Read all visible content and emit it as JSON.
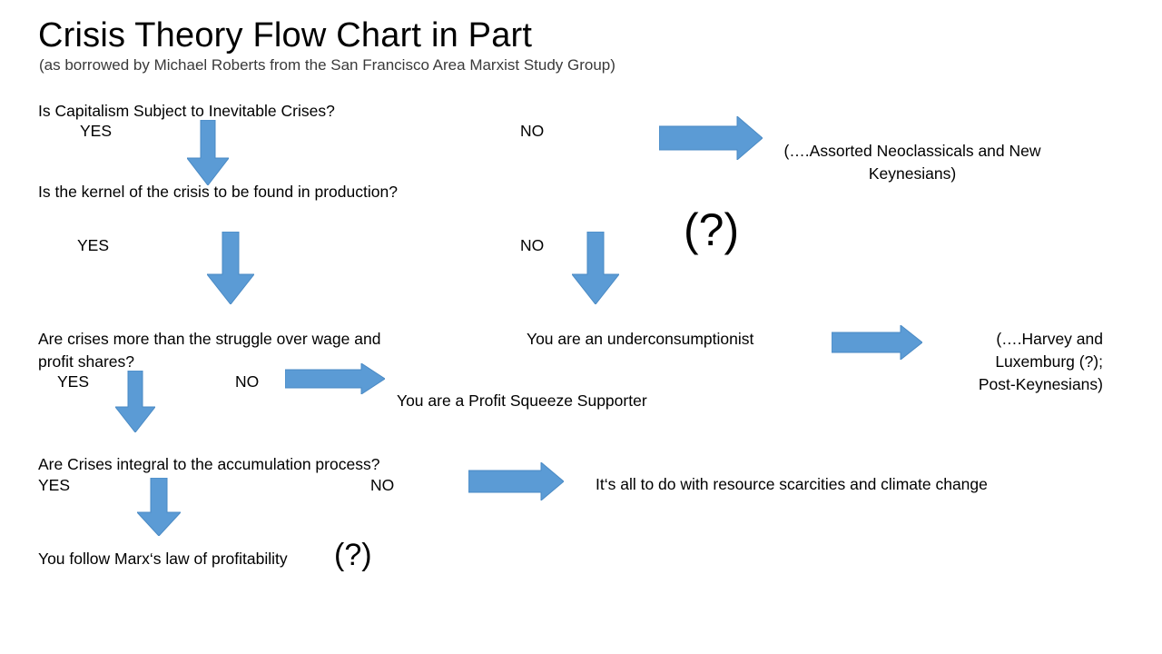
{
  "slide": {
    "title": "Crisis Theory Flow Chart in Part",
    "subtitle": "(as borrowed by Michael Roberts from the San Francisco Area Marxist Study Group)",
    "background_color": "#FFFFFF",
    "accent_color": "#5B9BD5",
    "accent_stroke_color": "#4A8AC4",
    "text_color": "#000000"
  },
  "flow": {
    "questions": [
      {
        "id": "q1",
        "text": "Is Capitalism Subject to Inevitable Crises?",
        "yes_label": "YES",
        "no_label": "NO"
      },
      {
        "id": "q2",
        "text": "Is the kernel of the crisis to be found in production?",
        "yes_label": "YES",
        "no_label": "NO"
      },
      {
        "id": "q3",
        "text": "Are crises more than the struggle over wage and\nprofit shares?",
        "yes_label": "YES",
        "no_label": "NO"
      },
      {
        "id": "q4",
        "text": "Are Crises integral to the accumulation process?",
        "yes_label": "YES",
        "no_label": "NO"
      }
    ],
    "outcomes": [
      {
        "id": "neoclassicals",
        "text": "(….Assorted Neoclassicals and New\nKeynesians)"
      },
      {
        "id": "underconsumptionist",
        "text": "You are an underconsumptionist"
      },
      {
        "id": "harvey-luxemburg",
        "text": "(….Harvey and\nLuxemburg (?);\nPost-Keynesians)"
      },
      {
        "id": "profit-squeeze",
        "text": "You are a Profit Squeeze Supporter"
      },
      {
        "id": "resource-scarcities",
        "text": "It‘s all to do with resource scarcities and climate change"
      },
      {
        "id": "marx-law",
        "text": "You follow Marx‘s law of profitability"
      }
    ],
    "annotations": [
      {
        "id": "question-mark-large",
        "text": "(?)"
      },
      {
        "id": "question-mark-small",
        "text": "(?)"
      }
    ],
    "arrows": [
      {
        "id": "arrow-q1-yes",
        "direction": "down"
      },
      {
        "id": "arrow-q1-no",
        "direction": "right"
      },
      {
        "id": "arrow-q2-yes",
        "direction": "down"
      },
      {
        "id": "arrow-q2-no",
        "direction": "down"
      },
      {
        "id": "arrow-q3-yes",
        "direction": "down"
      },
      {
        "id": "arrow-q3-no",
        "direction": "right"
      },
      {
        "id": "arrow-underconsumptionist",
        "direction": "right"
      },
      {
        "id": "arrow-q4-yes",
        "direction": "down"
      },
      {
        "id": "arrow-q4-no",
        "direction": "right"
      }
    ]
  }
}
